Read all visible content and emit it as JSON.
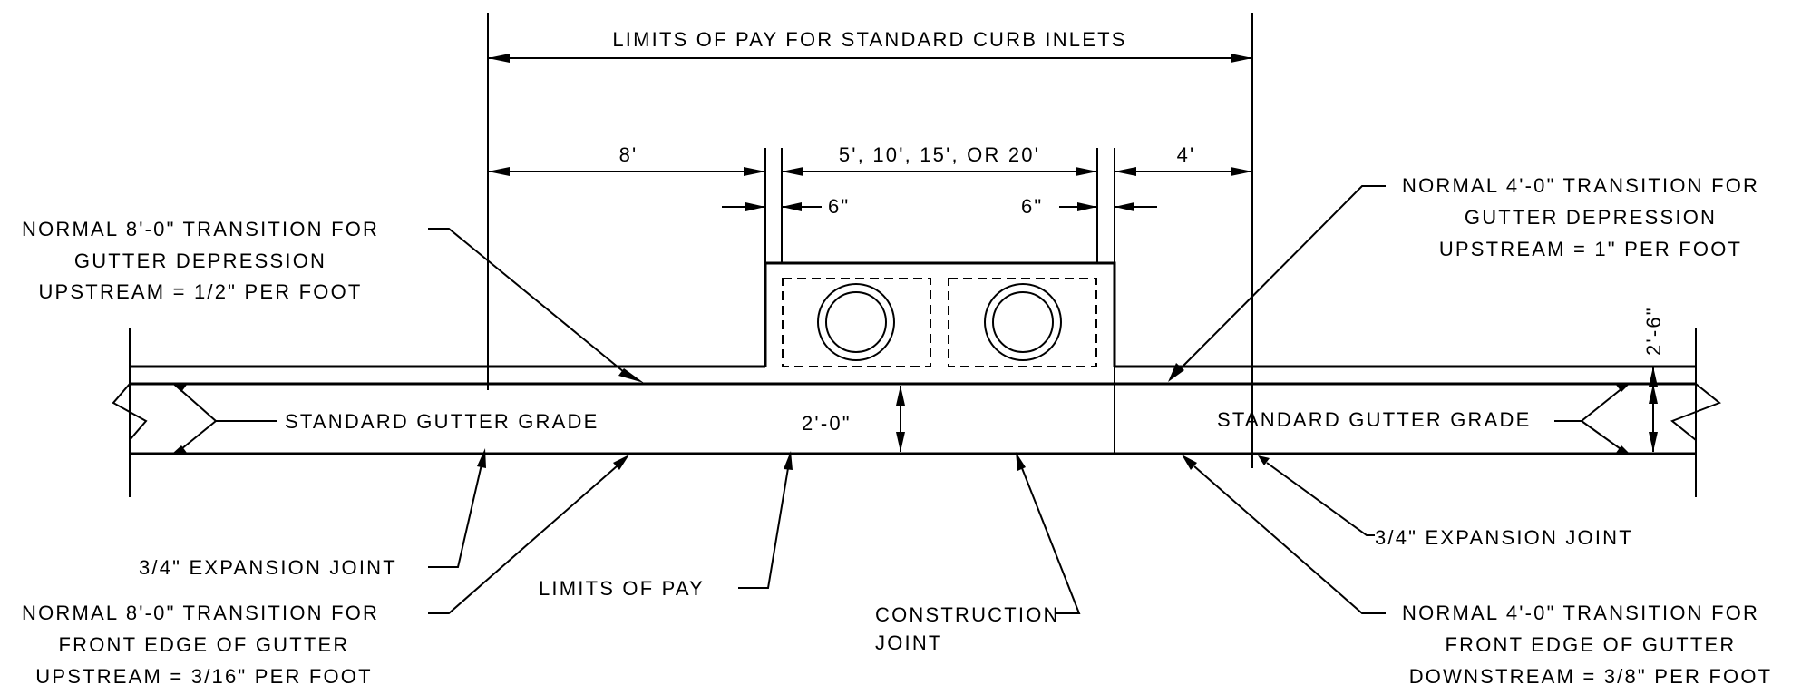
{
  "dimensions": {
    "limits_of_pay_curb_inlets": "LIMITS OF PAY FOR STANDARD CURB INLETS",
    "upstream_transition_length": "8'",
    "inlet_length_options": "5', 10', 15', OR 20'",
    "downstream_transition_length": "4'",
    "left_offset": "6\"",
    "right_offset": "6\"",
    "gutter_depth": "2'-0\"",
    "curb_width": "2'-6\""
  },
  "labels": {
    "upstream_gutter_depression": [
      "NORMAL 8'-0\" TRANSITION FOR",
      "GUTTER DEPRESSION",
      "UPSTREAM = 1/2\" PER FOOT"
    ],
    "downstream_gutter_depression": [
      "NORMAL 4'-0\" TRANSITION FOR",
      "GUTTER DEPRESSION",
      "UPSTREAM = 1\" PER FOOT"
    ],
    "gutter_grade_left": "STANDARD GUTTER GRADE",
    "gutter_grade_right": "STANDARD GUTTER GRADE",
    "expansion_joint_left": "3/4\" EXPANSION JOINT",
    "expansion_joint_right": "3/4\" EXPANSION JOINT",
    "limits_of_pay": "LIMITS OF PAY",
    "construction_joint": [
      "CONSTRUCTION",
      "JOINT"
    ],
    "upstream_front_edge": [
      "NORMAL 8'-0\" TRANSITION FOR",
      "FRONT EDGE OF GUTTER",
      "UPSTREAM = 3/16\" PER FOOT"
    ],
    "downstream_front_edge": [
      "NORMAL 4'-0\" TRANSITION FOR",
      "FRONT EDGE OF GUTTER",
      "DOWNSTREAM = 3/8\" PER FOOT"
    ]
  }
}
